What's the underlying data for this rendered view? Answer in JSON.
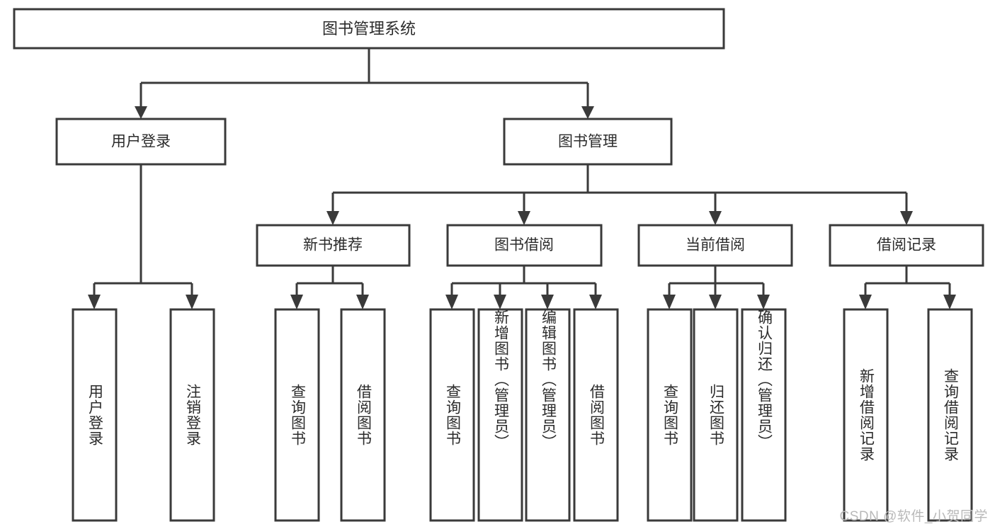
{
  "diagram": {
    "type": "tree-hierarchy",
    "title_node": {
      "label": "图书管理系统"
    },
    "level2": [
      {
        "id": "user-login",
        "label": "用户登录"
      },
      {
        "id": "book-management",
        "label": "图书管理"
      }
    ],
    "level3": [
      {
        "id": "new-book-recommend",
        "label": "新书推荐"
      },
      {
        "id": "book-borrow",
        "label": "图书借阅"
      },
      {
        "id": "current-borrow",
        "label": "当前借阅"
      },
      {
        "id": "borrow-record",
        "label": "借阅记录"
      }
    ],
    "leaves": {
      "user_login": [
        {
          "id": "leaf-user-login",
          "label": "用户登录"
        },
        {
          "id": "leaf-logout-login",
          "label": "注销登录"
        }
      ],
      "new_book_recommend": [
        {
          "id": "leaf-query-book-1",
          "label": "查询图书"
        },
        {
          "id": "leaf-borrow-book-1",
          "label": "借阅图书"
        }
      ],
      "book_borrow": [
        {
          "id": "leaf-query-book-2",
          "label": "查询图书"
        },
        {
          "id": "leaf-add-book",
          "label": "新增图书（管理员）"
        },
        {
          "id": "leaf-edit-book",
          "label": "编辑图书（管理员）"
        },
        {
          "id": "leaf-borrow-book-2",
          "label": "借阅图书"
        }
      ],
      "current_borrow": [
        {
          "id": "leaf-query-book-3",
          "label": "查询图书"
        },
        {
          "id": "leaf-return-book",
          "label": "归还图书"
        },
        {
          "id": "leaf-confirm-return",
          "label": "确认归还（管理员）"
        }
      ],
      "borrow_record": [
        {
          "id": "leaf-add-borrow-record",
          "label": "新增借阅记录"
        },
        {
          "id": "leaf-query-borrow-record",
          "label": "查询借阅记录"
        }
      ]
    },
    "colors": {
      "stroke": "#3a3a3a",
      "fill": "#ffffff",
      "text": "#2b2b2b",
      "watermark": "#b9b9b9"
    }
  },
  "watermark": {
    "text": "CSDN @软件_小贺同学"
  }
}
